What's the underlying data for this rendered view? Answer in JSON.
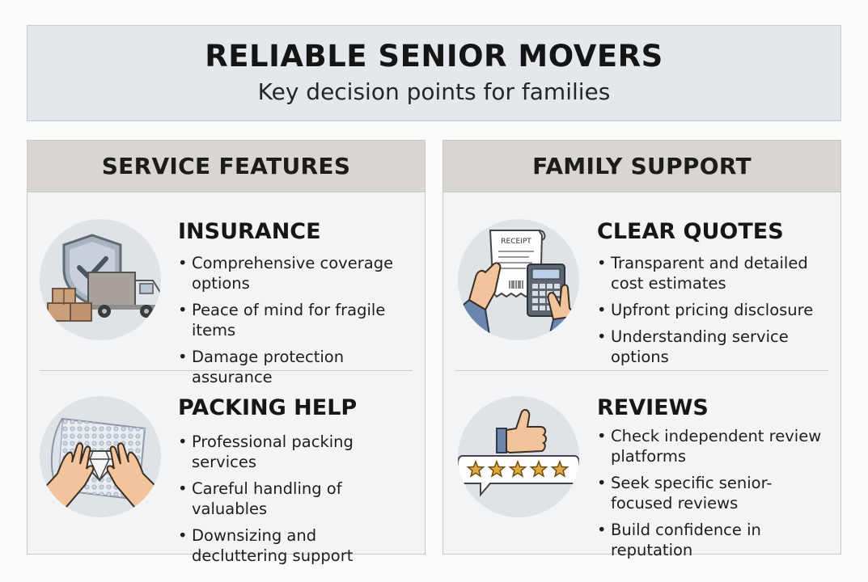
{
  "header": {
    "title": "RELIABLE SENIOR MOVERS",
    "subtitle": "Key decision points for families"
  },
  "panels": [
    {
      "heading": "SERVICE FEATURES",
      "sections": [
        {
          "title": "INSURANCE",
          "icon": "shield-truck-icon",
          "bullets": [
            "Comprehensive coverage options",
            "Peace of mind for fragile items",
            "Damage protection assurance"
          ]
        },
        {
          "title": "PACKING HELP",
          "icon": "hands-bubble-wrap-icon",
          "bullets": [
            "Professional packing services",
            "Careful handling of valuables",
            "Downsizing and decluttering support"
          ]
        }
      ]
    },
    {
      "heading": "FAMILY SUPPORT",
      "sections": [
        {
          "title": "CLEAR QUOTES",
          "icon": "receipt-calculator-icon",
          "receipt_text": "RECEIPT",
          "bullets": [
            "Transparent and detailed cost estimates",
            "Upfront pricing disclosure",
            "Understanding service options"
          ]
        },
        {
          "title": "REVIEWS",
          "icon": "thumbs-up-stars-icon",
          "rating_stars": 5,
          "bullets": [
            "Check independent review platforms",
            "Seek specific senior-focused reviews",
            "Build confidence in reputation"
          ]
        }
      ]
    }
  ],
  "colors": {
    "header_bg": "#e4e8ec",
    "panel_head_bg": "#d9d5d0",
    "panel_bg": "#f3f4f5",
    "icon_circle": "#dfe3e8",
    "star": "#e3a93a",
    "skin": "#f2c49b",
    "sleeve": "#6d86ad"
  }
}
